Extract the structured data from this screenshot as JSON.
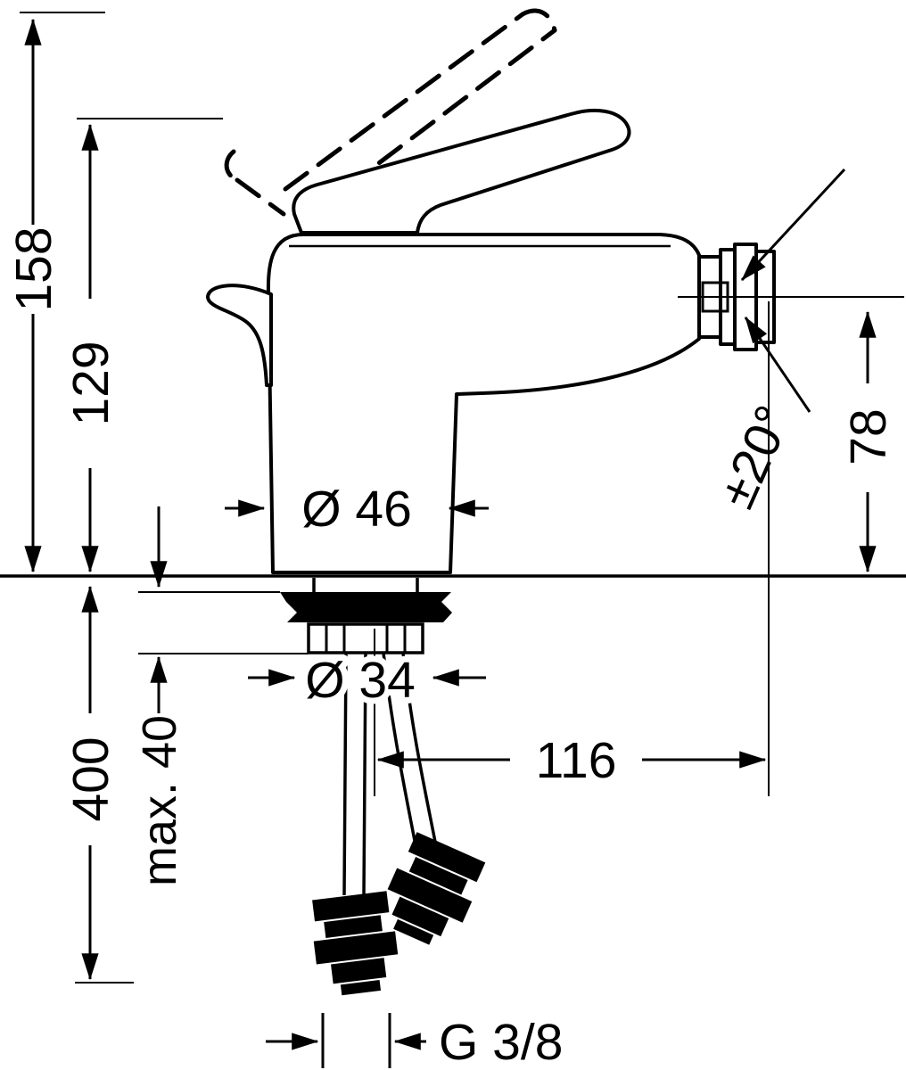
{
  "page": {
    "background": "#ffffff",
    "line_color": "#000000"
  },
  "figure": {
    "name": "faucet-dimension-drawing"
  },
  "dimensions": {
    "total_height": "158",
    "handle_height": "129",
    "body_diameter": "Ø 46",
    "shank_diameter": "Ø 34",
    "hose_length": "400",
    "max_mounting": "max. 40",
    "spout_reach": "116",
    "outlet_height": "78",
    "swivel_angle": "±20°",
    "thread": "G 3/8"
  }
}
